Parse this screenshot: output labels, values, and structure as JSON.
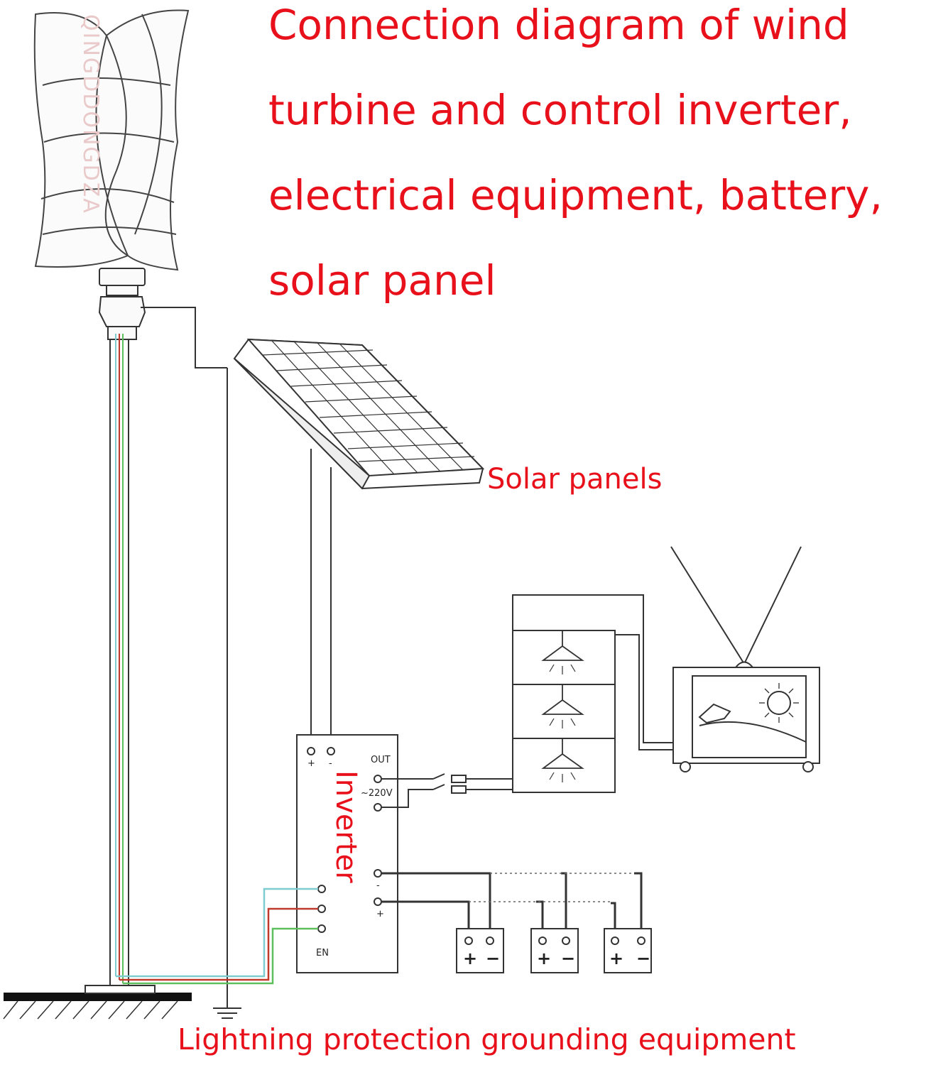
{
  "title_lines": [
    "Connection diagram of wind",
    "turbine and control inverter,",
    "electrical equipment, battery,",
    "solar panel"
  ],
  "labels": {
    "solar_panels": "Solar panels",
    "inverter": "Inverter",
    "grounding": "Lightning protection grounding equipment"
  },
  "watermark": "QINGDDONGDZA",
  "inverter_terminals": {
    "plus": "+",
    "minus": "-",
    "out": "OUT",
    "v220": "~220V",
    "en": "EN",
    "battery_plus": "+",
    "battery_minus": "-"
  },
  "battery_symbols": {
    "plus": "+",
    "minus": "−"
  },
  "colors": {
    "title": "#e8101a",
    "line": "#222222",
    "wire_cyan": "#7ecbd0",
    "wire_red": "#c0392b",
    "wire_green": "#5cbf5c"
  }
}
